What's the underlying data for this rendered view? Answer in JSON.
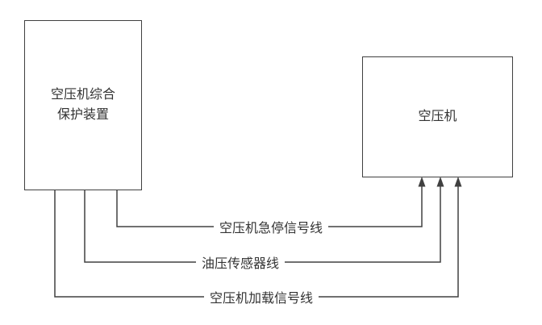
{
  "diagram": {
    "left_box": {
      "label_line1": "空压机综合",
      "label_line2": "保护装置"
    },
    "right_box": {
      "label": "空压机"
    },
    "connections": [
      {
        "label": "空压机急停信号线"
      },
      {
        "label": "油压传感器线"
      },
      {
        "label": "空压机加载信号线"
      }
    ],
    "colors": {
      "line": "#404040",
      "text": "#333333",
      "background": "#ffffff"
    }
  }
}
